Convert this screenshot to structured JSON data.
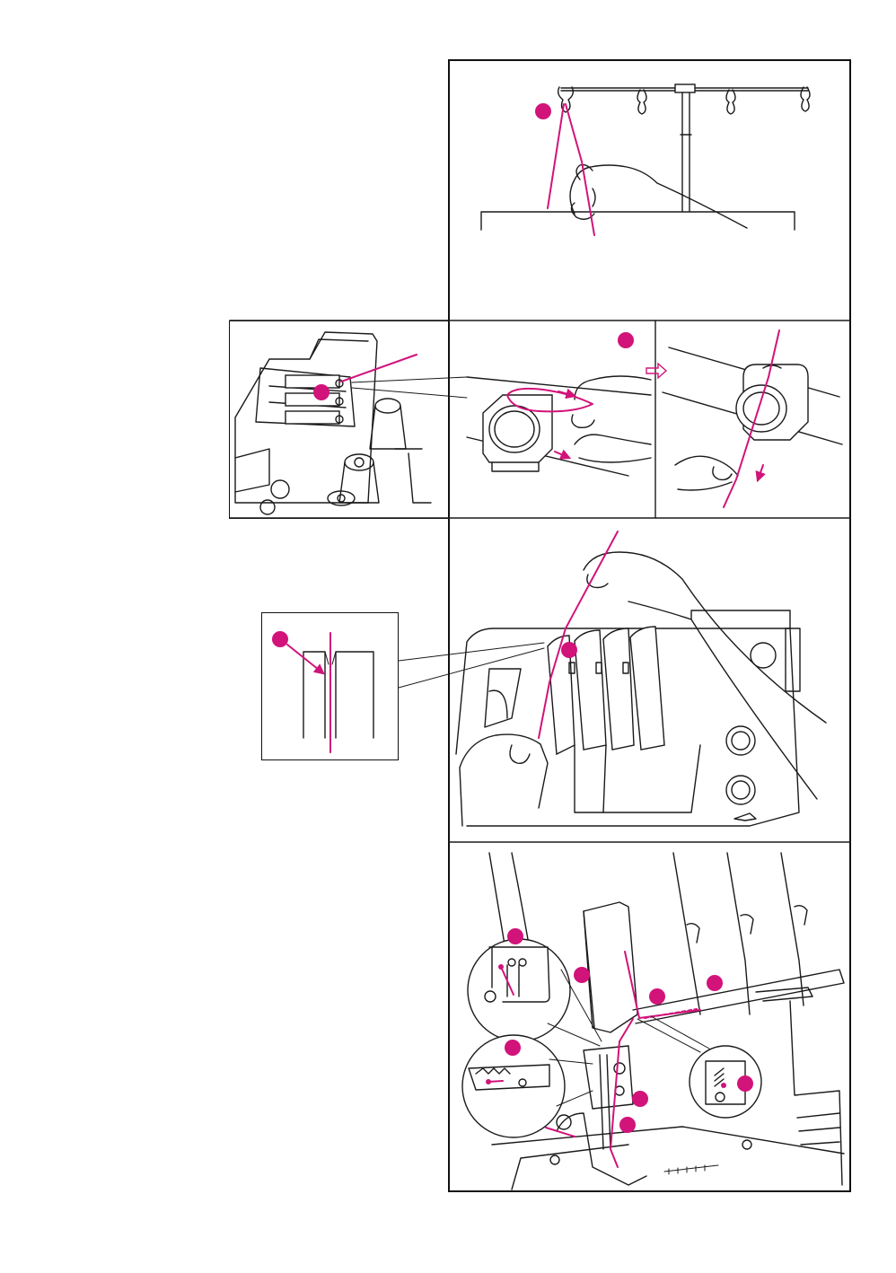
{
  "colors": {
    "accent": "#d1137a",
    "line": "#1a1a1a",
    "background": "#ffffff"
  },
  "figures": [
    {
      "id": "thread-stand-guide"
    },
    {
      "id": "tension-dial-overview"
    },
    {
      "id": "tension-dial-threading"
    },
    {
      "id": "tension-dial-thread-pull"
    },
    {
      "id": "thread-guide-detail"
    },
    {
      "id": "front-cover-threading"
    },
    {
      "id": "needle-area-threading"
    }
  ]
}
